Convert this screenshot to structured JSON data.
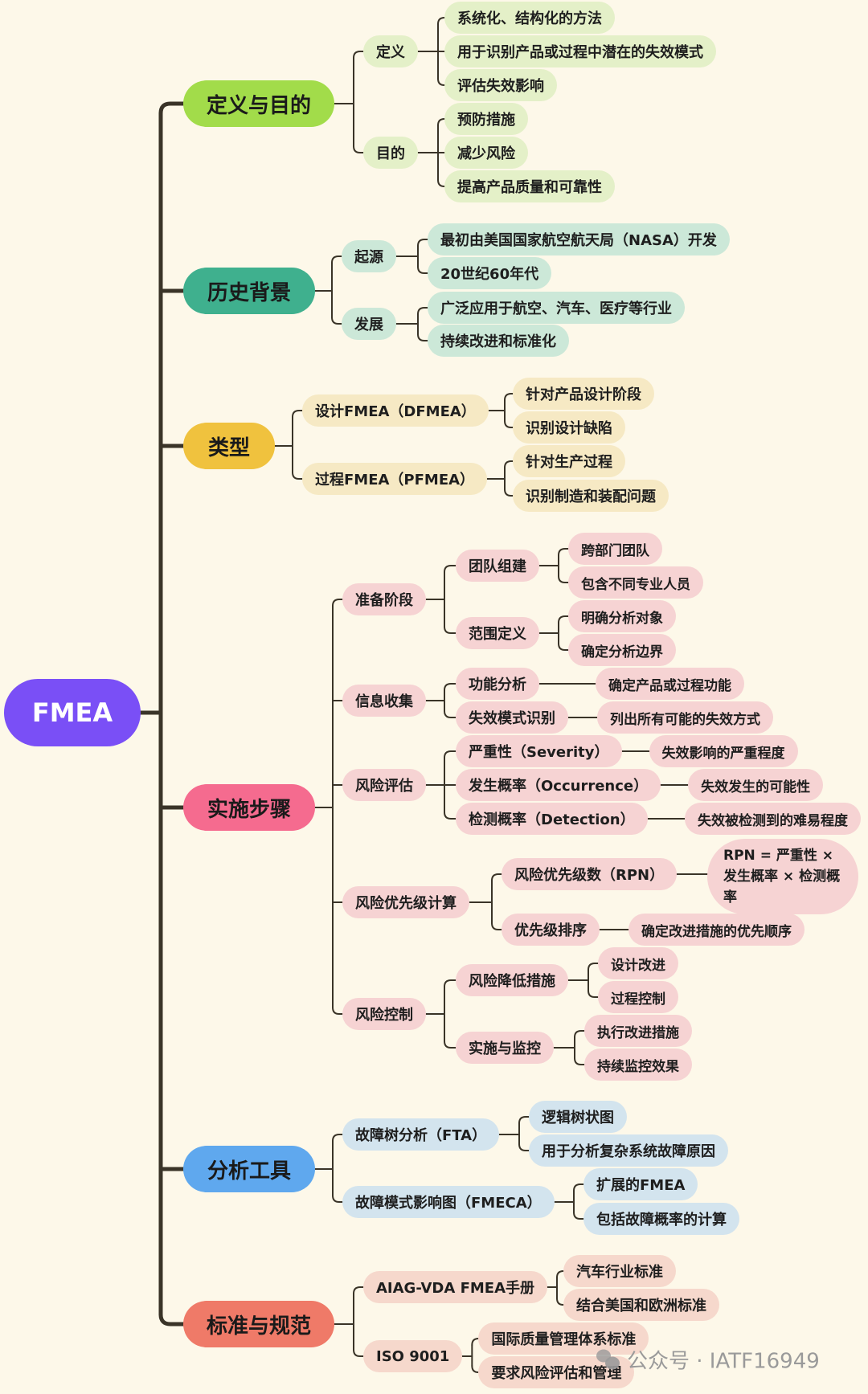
{
  "root": {
    "label": "FMEA",
    "color": "#7a4ff6"
  },
  "branches": [
    {
      "label": "定义与目的",
      "color": "#a2dc4a",
      "light": "#e4f0c8",
      "children": [
        {
          "label": "定义",
          "children": [
            {
              "label": "系统化、结构化的方法"
            },
            {
              "label": "用于识别产品或过程中潜在的失效模式"
            },
            {
              "label": "评估失效影响"
            }
          ]
        },
        {
          "label": "目的",
          "children": [
            {
              "label": "预防措施"
            },
            {
              "label": "减少风险"
            },
            {
              "label": "提高产品质量和可靠性"
            }
          ]
        }
      ]
    },
    {
      "label": "历史背景",
      "color": "#3fb08e",
      "light": "#cce8d8",
      "children": [
        {
          "label": "起源",
          "children": [
            {
              "label": "最初由美国国家航空航天局（NASA）开发"
            },
            {
              "label": "20世纪60年代"
            }
          ]
        },
        {
          "label": "发展",
          "children": [
            {
              "label": "广泛应用于航空、汽车、医疗等行业"
            },
            {
              "label": "持续改进和标准化"
            }
          ]
        }
      ]
    },
    {
      "label": "类型",
      "color": "#f0c23e",
      "light": "#f6e9c4",
      "children": [
        {
          "label": "设计FMEA（DFMEA）",
          "children": [
            {
              "label": "针对产品设计阶段"
            },
            {
              "label": "识别设计缺陷"
            }
          ]
        },
        {
          "label": "过程FMEA（PFMEA）",
          "children": [
            {
              "label": "针对生产过程"
            },
            {
              "label": "识别制造和装配问题"
            }
          ]
        }
      ]
    },
    {
      "label": "实施步骤",
      "color": "#f56b8f",
      "light": "#f6d3d3",
      "children": [
        {
          "label": "准备阶段",
          "children": [
            {
              "label": "团队组建",
              "children": [
                {
                  "label": "跨部门团队"
                },
                {
                  "label": "包含不同专业人员"
                }
              ]
            },
            {
              "label": "范围定义",
              "children": [
                {
                  "label": "明确分析对象"
                },
                {
                  "label": "确定分析边界"
                }
              ]
            }
          ]
        },
        {
          "label": "信息收集",
          "children": [
            {
              "label": "功能分析",
              "children": [
                {
                  "label": "确定产品或过程功能"
                }
              ]
            },
            {
              "label": "失效模式识别",
              "children": [
                {
                  "label": "列出所有可能的失效方式"
                }
              ]
            }
          ]
        },
        {
          "label": "风险评估",
          "children": [
            {
              "label": "严重性（Severity）",
              "children": [
                {
                  "label": "失效影响的严重程度"
                }
              ]
            },
            {
              "label": "发生概率（Occurrence）",
              "children": [
                {
                  "label": "失效发生的可能性"
                }
              ]
            },
            {
              "label": "检测概率（Detection）",
              "children": [
                {
                  "label": "失效被检测到的难易程度"
                }
              ]
            }
          ]
        },
        {
          "label": "风险优先级计算",
          "children": [
            {
              "label": "风险优先级数（RPN）",
              "children": [
                {
                  "label": "RPN = 严重性 × 发生概率 × 检测概率"
                }
              ]
            },
            {
              "label": "优先级排序",
              "children": [
                {
                  "label": "确定改进措施的优先顺序"
                }
              ]
            }
          ]
        },
        {
          "label": "风险控制",
          "children": [
            {
              "label": "风险降低措施",
              "children": [
                {
                  "label": "设计改进"
                },
                {
                  "label": "过程控制"
                }
              ]
            },
            {
              "label": "实施与监控",
              "children": [
                {
                  "label": "执行改进措施"
                },
                {
                  "label": "持续监控效果"
                }
              ]
            }
          ]
        }
      ]
    },
    {
      "label": "分析工具",
      "color": "#5fa8ee",
      "light": "#d3e4ee",
      "children": [
        {
          "label": "故障树分析（FTA）",
          "children": [
            {
              "label": "逻辑树状图"
            },
            {
              "label": "用于分析复杂系统故障原因"
            }
          ]
        },
        {
          "label": "故障模式影响图（FMECA）",
          "children": [
            {
              "label": "扩展的FMEA"
            },
            {
              "label": "包括故障概率的计算"
            }
          ]
        }
      ]
    },
    {
      "label": "标准与规范",
      "color": "#ef7a68",
      "light": "#f6d8cc",
      "children": [
        {
          "label": "AIAG-VDA FMEA手册",
          "children": [
            {
              "label": "汽车行业标准"
            },
            {
              "label": "结合美国和欧洲标准"
            }
          ]
        },
        {
          "label": "ISO 9001",
          "children": [
            {
              "label": "国际质量管理体系标准"
            },
            {
              "label": "要求风险评估和管理"
            }
          ]
        }
      ]
    }
  ],
  "watermark": {
    "label": "公众号 · IATF16949",
    "icon": "wechat-icon"
  }
}
